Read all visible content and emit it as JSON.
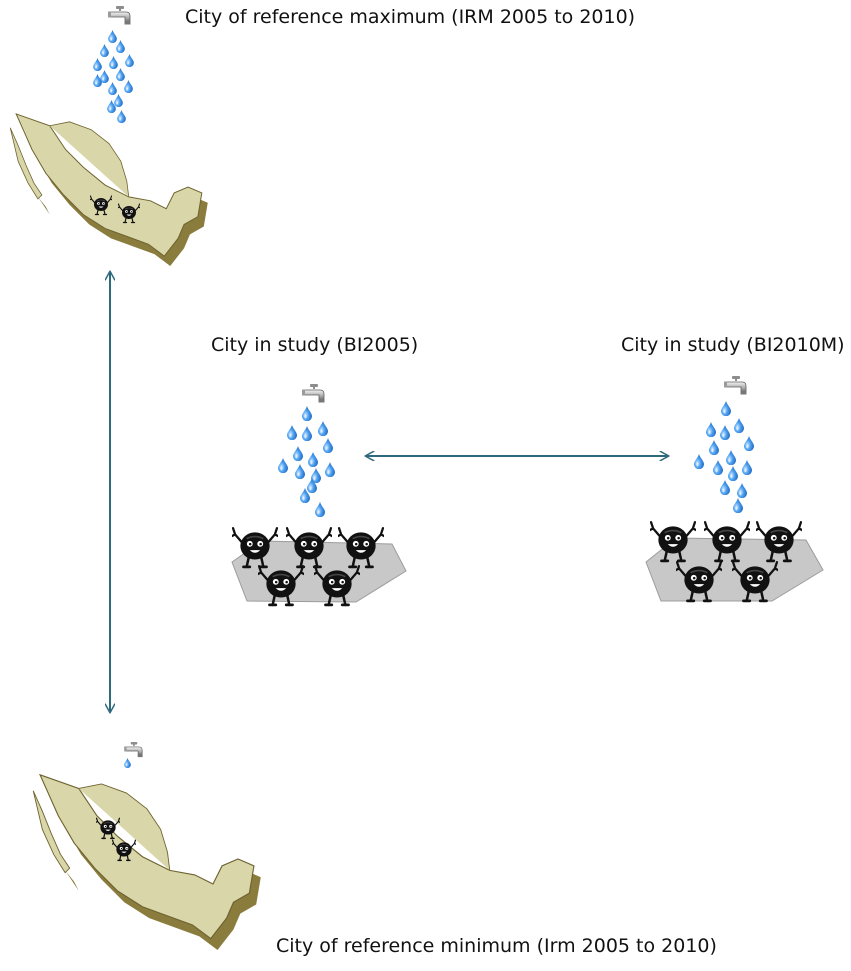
{
  "labels": {
    "max": "City of reference maximum (IRM  2005 to 2010)",
    "study2005": "City in study (BI2005)",
    "study2010": "City in study (BI2010M)",
    "min": "City of reference minimum (Irm 2005 to 2010)"
  },
  "colors": {
    "map_top": "#d9d7a9",
    "map_side": "#8a7c3c",
    "map_edge": "#6e6230",
    "arrow": "#2e6a7e",
    "drop": "#2a7ed8",
    "platform": "#c8c8c8",
    "creature": "#111111"
  },
  "icons": [
    "faucet-icon",
    "water-drop-icon",
    "creature-icon",
    "mexico-map-icon",
    "double-arrow-icon"
  ]
}
